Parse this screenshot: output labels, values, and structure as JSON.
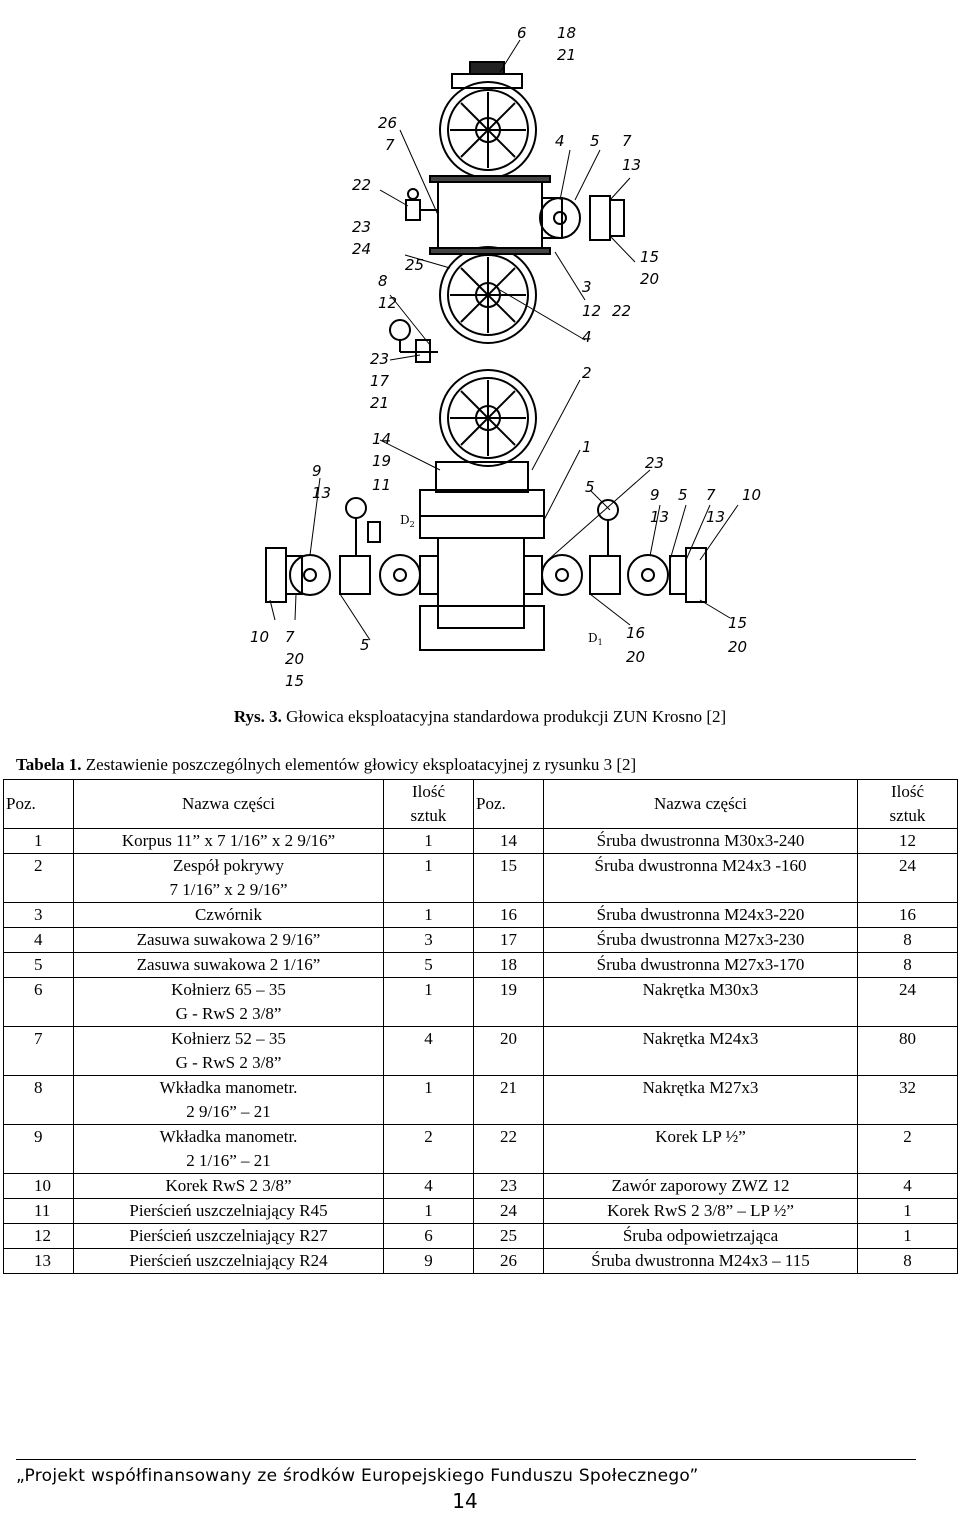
{
  "figure": {
    "callouts": [
      "6",
      "18",
      "21",
      "26",
      "7",
      "22",
      "23",
      "24",
      "25",
      "4",
      "5",
      "7",
      "13",
      "15",
      "20",
      "3",
      "12",
      "22",
      "4",
      "8",
      "12",
      "23",
      "17",
      "21",
      "2",
      "14",
      "19",
      "11",
      "9",
      "13",
      "1",
      "23",
      "5",
      "9",
      "13",
      "5",
      "7",
      "13",
      "10",
      "10",
      "7",
      "20",
      "15",
      "5",
      "16",
      "20",
      "15",
      "20"
    ],
    "labels": {
      "d2": "D",
      "d2_sub": "2",
      "d1": "D",
      "d1_sub": "1"
    }
  },
  "caption": {
    "prefix": "Rys. 3.",
    "text": " Głowica eksploatacyjna standardowa produkcji ZUN Krosno [2]"
  },
  "table_title": {
    "prefix": "Tabela 1.",
    "text": " Zestawienie poszczególnych elementów głowicy eksploatacyjnej z rysunku 3 [2]"
  },
  "table": {
    "headers": {
      "poz": "Poz.",
      "nazwa": "Nazwa części",
      "ilosc_1": "Ilość",
      "ilosc_2": "sztuk"
    },
    "rows": [
      {
        "l_poz": "1",
        "l_name": [
          "Korpus 11” x 7 1/16” x 2 9/16”"
        ],
        "l_qty": "1",
        "r_poz": "14",
        "r_name": "Śruba dwustronna M30x3-240",
        "r_qty": "12"
      },
      {
        "l_poz": "2",
        "l_name": [
          "Zespół pokrywy",
          "7 1/16” x 2 9/16”"
        ],
        "l_qty": "1",
        "r_poz": "15",
        "r_name": "Śruba dwustronna M24x3 -160",
        "r_qty": "24"
      },
      {
        "l_poz": "3",
        "l_name": [
          "Czwórnik"
        ],
        "l_qty": "1",
        "r_poz": "16",
        "r_name": "Śruba dwustronna M24x3-220",
        "r_qty": "16"
      },
      {
        "l_poz": "4",
        "l_name": [
          "Zasuwa suwakowa 2 9/16”"
        ],
        "l_qty": "3",
        "r_poz": "17",
        "r_name": "Śruba dwustronna M27x3-230",
        "r_qty": "8"
      },
      {
        "l_poz": "5",
        "l_name": [
          "Zasuwa suwakowa 2 1/16”"
        ],
        "l_qty": "5",
        "r_poz": "18",
        "r_name": "Śruba dwustronna M27x3-170",
        "r_qty": "8"
      },
      {
        "l_poz": "6",
        "l_name": [
          "Kołnierz 65 – 35",
          "G - RwS 2 3/8”"
        ],
        "l_qty": "1",
        "r_poz": "19",
        "r_name": "Nakrętka M30x3",
        "r_qty": "24"
      },
      {
        "l_poz": "7",
        "l_name": [
          "Kołnierz 52 – 35",
          "G - RwS 2 3/8”"
        ],
        "l_qty": "4",
        "r_poz": "20",
        "r_name": "Nakrętka M24x3",
        "r_qty": "80"
      },
      {
        "l_poz": "8",
        "l_name": [
          "Wkładka manometr.",
          "2 9/16” – 21"
        ],
        "l_qty": "1",
        "r_poz": "21",
        "r_name": "Nakrętka M27x3",
        "r_qty": "32"
      },
      {
        "l_poz": "9",
        "l_name": [
          "Wkładka manometr.",
          "2 1/16” – 21"
        ],
        "l_qty": "2",
        "r_poz": "22",
        "r_name": "Korek LP ½”",
        "r_qty": "2"
      },
      {
        "l_poz": "10",
        "l_name": [
          "Korek RwS 2 3/8”"
        ],
        "l_qty": "4",
        "r_poz": "23",
        "r_name": "Zawór zaporowy ZWZ 12",
        "r_qty": "4"
      },
      {
        "l_poz": "11",
        "l_name": [
          "Pierścień uszczelniający R45"
        ],
        "l_qty": "1",
        "r_poz": "24",
        "r_name": "Korek RwS 2 3/8” – LP ½”",
        "r_qty": "1"
      },
      {
        "l_poz": "12",
        "l_name": [
          "Pierścień uszczelniający R27"
        ],
        "l_qty": "6",
        "r_poz": "25",
        "r_name": "Śruba odpowietrzająca",
        "r_qty": "1"
      },
      {
        "l_poz": "13",
        "l_name": [
          "Pierścień uszczelniający R24"
        ],
        "l_qty": "9",
        "r_poz": "26",
        "r_name": "Śruba dwustronna M24x3 – 115",
        "r_qty": "8"
      }
    ]
  },
  "footer": {
    "text": "„Projekt współfinansowany ze środków Europejskiego Funduszu Społecznego”",
    "page_number": "14"
  }
}
